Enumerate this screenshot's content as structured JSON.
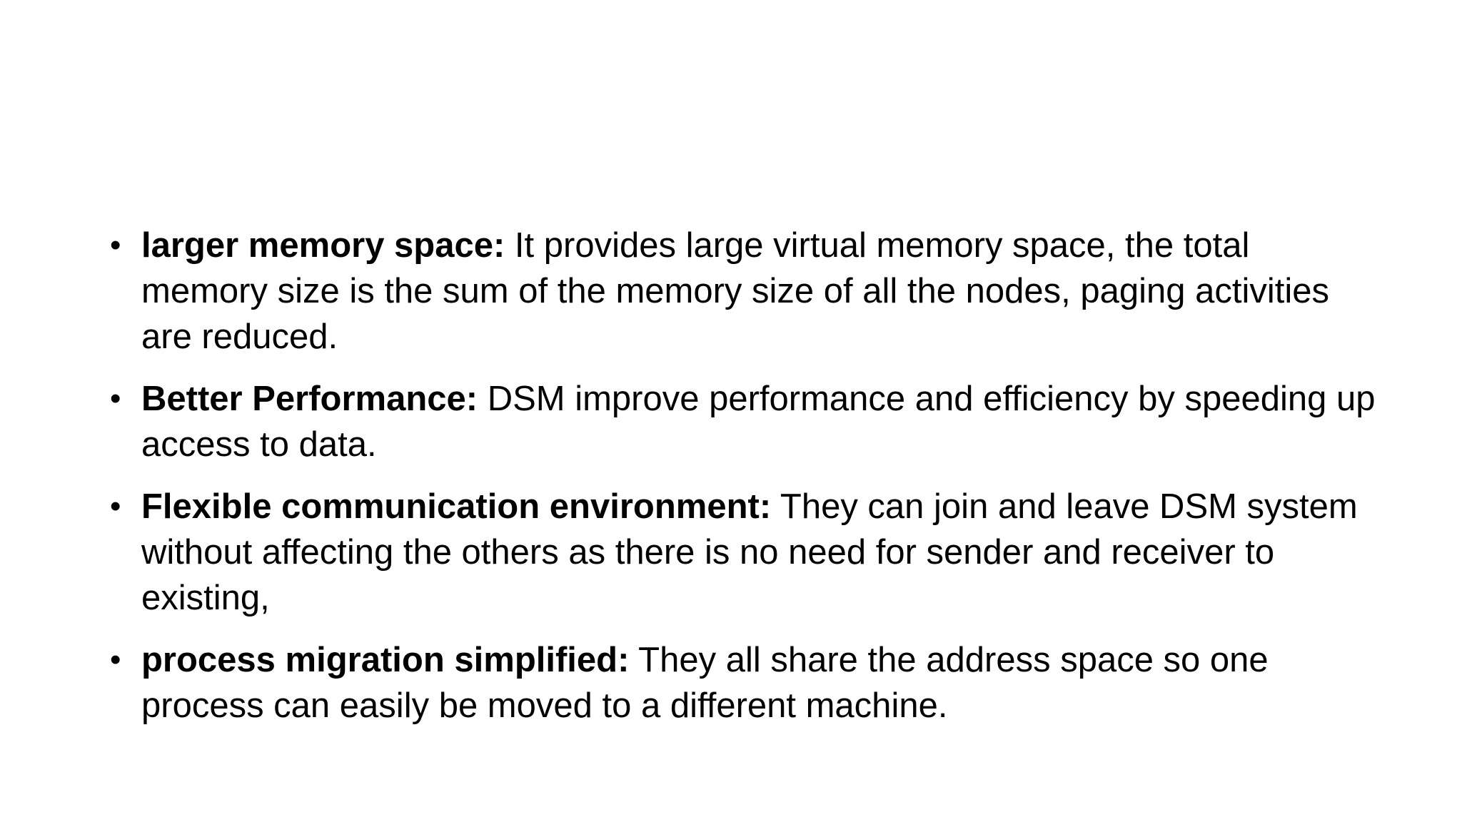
{
  "slide": {
    "bullets": [
      {
        "term": "larger memory space:",
        "text": " It provides large virtual memory space, the total memory size is the sum of the memory size of all the nodes, paging activities are reduced."
      },
      {
        "term": "Better Performance:",
        "text": " DSM improve performance and efficiency by speeding up access to data."
      },
      {
        "term": "Flexible communication environment:",
        "text": " They can join and leave DSM system without affecting the others as there is no need for sender and receiver to existing,"
      },
      {
        "term": "process migration simplified:",
        "text": " They all share the address space so one process can easily be moved to a different machine."
      }
    ],
    "bullet_glyph": "•",
    "colors": {
      "background": "#ffffff",
      "text": "#000000"
    }
  }
}
